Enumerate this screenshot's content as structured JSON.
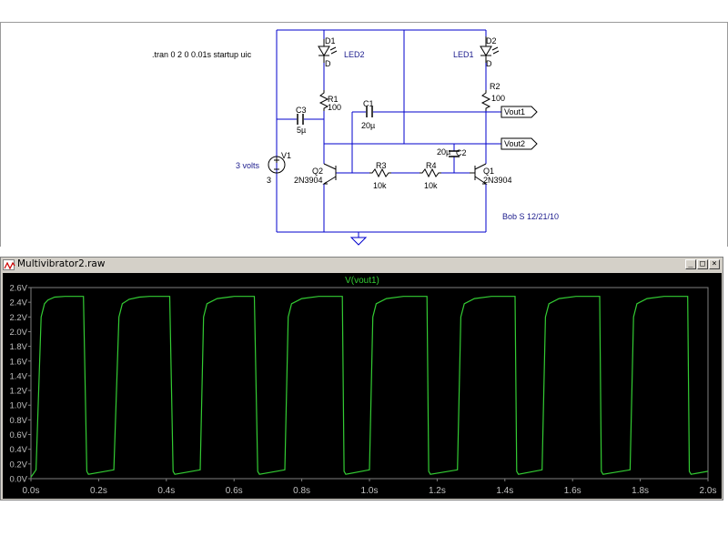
{
  "schematic": {
    "sim_directive": ".tran 0 2 0 0.01s startup uic",
    "author_note": "Bob S 12/21/10",
    "components": {
      "d1_name": "D1",
      "d1_type": "D",
      "led2_label": "LED2",
      "d2_name": "D2",
      "d2_type": "D",
      "led1_label": "LED1",
      "r1_name": "R1",
      "r1_value": "100",
      "r2_name": "R2",
      "r2_value": "100",
      "c1_name": "C1",
      "c1_value": "20µ",
      "c3_name": "C3",
      "c3_value": "5µ",
      "c2_name": "C2",
      "c2_value": "20µ",
      "v1_name": "V1",
      "v1_value": "3",
      "v1_label": "3 volts",
      "r3_name": "R3",
      "r3_value": "10k",
      "r4_name": "R4",
      "r4_value": "10k",
      "q2_name": "Q2",
      "q2_type": "2N3904",
      "q1_name": "Q1",
      "q1_type": "2N3904"
    },
    "net_labels": {
      "vout1": "Vout1",
      "vout2": "Vout2"
    },
    "colors": {
      "wire": "#0000cc",
      "component": "#000000",
      "label": "#1a1a8c"
    }
  },
  "plot_window": {
    "title": "Multivibrator2.raw",
    "minimize_label": "_",
    "restore_label": "□",
    "close_label": "×",
    "trace_name": "V(vout1)",
    "trace_color": "#33cc33",
    "axis_color": "#808080",
    "tick_text_color": "#c0c0c0"
  },
  "chart_data": {
    "type": "line",
    "title": "V(vout1)",
    "xlabel": "",
    "ylabel": "",
    "xlim": [
      0.0,
      2.0
    ],
    "ylim": [
      0.0,
      2.6
    ],
    "x_ticks": [
      "0.0s",
      "0.2s",
      "0.4s",
      "0.6s",
      "0.8s",
      "1.0s",
      "1.2s",
      "1.4s",
      "1.6s",
      "1.8s",
      "2.0s"
    ],
    "y_ticks": [
      "0.0V",
      "0.2V",
      "0.4V",
      "0.6V",
      "0.8V",
      "1.0V",
      "1.2V",
      "1.4V",
      "1.6V",
      "1.8V",
      "2.0V",
      "2.2V",
      "2.4V",
      "2.6V"
    ],
    "grid": false,
    "series": [
      {
        "name": "V(vout1)",
        "x": [
          0.0,
          0.015,
          0.03,
          0.04,
          0.05,
          0.07,
          0.1,
          0.155,
          0.165,
          0.17,
          0.245,
          0.26,
          0.27,
          0.29,
          0.32,
          0.35,
          0.41,
          0.42,
          0.425,
          0.5,
          0.51,
          0.52,
          0.55,
          0.6,
          0.66,
          0.67,
          0.675,
          0.75,
          0.76,
          0.77,
          0.8,
          0.85,
          0.92,
          0.925,
          0.93,
          1.0,
          1.01,
          1.02,
          1.05,
          1.1,
          1.17,
          1.175,
          1.18,
          1.26,
          1.27,
          1.28,
          1.31,
          1.36,
          1.43,
          1.435,
          1.44,
          1.51,
          1.52,
          1.53,
          1.56,
          1.61,
          1.68,
          1.685,
          1.69,
          1.77,
          1.78,
          1.79,
          1.82,
          1.87,
          1.94,
          1.945,
          1.95,
          2.0
        ],
        "y": [
          0.02,
          0.12,
          2.2,
          2.38,
          2.43,
          2.47,
          2.48,
          2.48,
          0.1,
          0.06,
          0.12,
          2.2,
          2.38,
          2.44,
          2.47,
          2.48,
          2.48,
          0.1,
          0.06,
          0.12,
          2.2,
          2.38,
          2.45,
          2.48,
          2.48,
          0.1,
          0.06,
          0.12,
          2.2,
          2.38,
          2.45,
          2.48,
          2.48,
          0.1,
          0.06,
          0.12,
          2.2,
          2.38,
          2.45,
          2.48,
          2.48,
          0.1,
          0.06,
          0.12,
          2.2,
          2.38,
          2.45,
          2.48,
          2.48,
          0.1,
          0.06,
          0.12,
          2.2,
          2.38,
          2.45,
          2.48,
          2.48,
          0.1,
          0.06,
          0.12,
          2.2,
          2.38,
          2.45,
          2.48,
          2.48,
          0.1,
          0.06,
          0.1
        ]
      }
    ]
  }
}
